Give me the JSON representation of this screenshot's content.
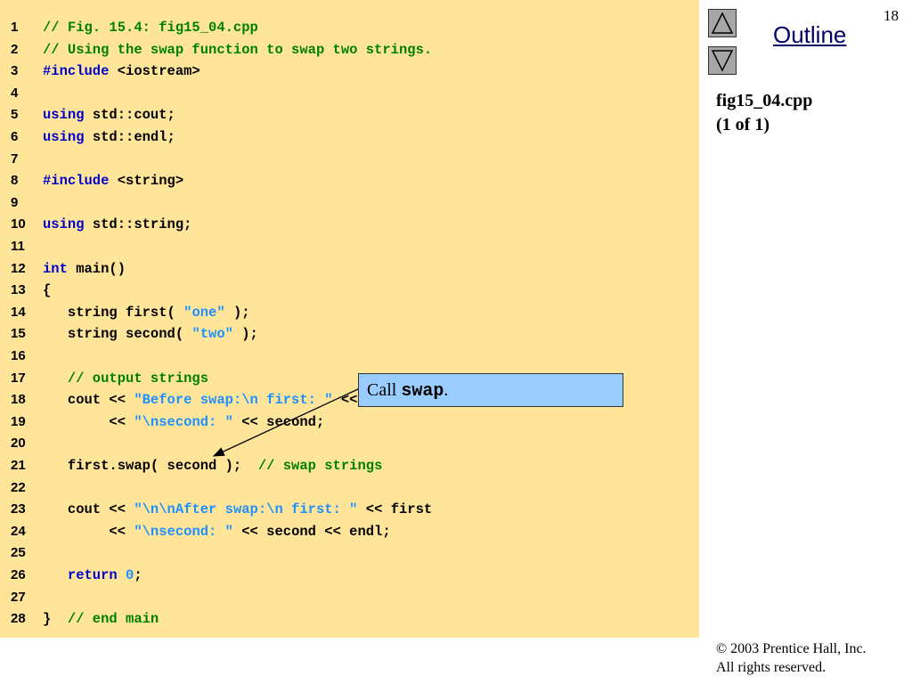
{
  "page_number": "18",
  "outline_label": "Outline",
  "file_label": [
    "fig15_04.cpp",
    "(1 of 1)"
  ],
  "callout": {
    "prefix": "Call ",
    "code": "swap",
    "suffix": "."
  },
  "copyright": [
    "2003 Prentice Hall, Inc.",
    "All rights reserved."
  ],
  "copyright_symbol": "©",
  "icons": {
    "up": "triangle-up-icon",
    "down": "triangle-down-icon"
  },
  "colors": {
    "panel_bg": "#ffe599",
    "keyword": "#0000cc",
    "comment": "#008000",
    "string": "#1e90ff",
    "callout_bg": "#99ccff",
    "outline_link": "#000066"
  },
  "code_lines": [
    {
      "n": "1",
      "tokens": [
        [
          "cm",
          "// Fig. 15.4: fig15_04.cpp"
        ]
      ]
    },
    {
      "n": "2",
      "tokens": [
        [
          "cm",
          "// Using the swap function to swap two strings."
        ]
      ]
    },
    {
      "n": "3",
      "tokens": [
        [
          "kw",
          "#include"
        ],
        [
          "tx",
          " <iostream>"
        ]
      ]
    },
    {
      "n": "4",
      "tokens": []
    },
    {
      "n": "5",
      "tokens": [
        [
          "kw",
          "using"
        ],
        [
          "tx",
          " std::cout;"
        ]
      ]
    },
    {
      "n": "6",
      "tokens": [
        [
          "kw",
          "using"
        ],
        [
          "tx",
          " std::endl;"
        ]
      ]
    },
    {
      "n": "7",
      "tokens": []
    },
    {
      "n": "8",
      "tokens": [
        [
          "kw",
          "#include"
        ],
        [
          "tx",
          " <string>"
        ]
      ]
    },
    {
      "n": "9",
      "tokens": []
    },
    {
      "n": "10",
      "tokens": [
        [
          "kw",
          "using"
        ],
        [
          "tx",
          " std::string;"
        ]
      ]
    },
    {
      "n": "11",
      "tokens": []
    },
    {
      "n": "12",
      "tokens": [
        [
          "kw",
          "int"
        ],
        [
          "tx",
          " main()"
        ]
      ]
    },
    {
      "n": "13",
      "tokens": [
        [
          "tx",
          "{"
        ]
      ]
    },
    {
      "n": "14",
      "tokens": [
        [
          "tx",
          "   string first( "
        ],
        [
          "st",
          "\"one\""
        ],
        [
          "tx",
          " );"
        ]
      ]
    },
    {
      "n": "15",
      "tokens": [
        [
          "tx",
          "   string second( "
        ],
        [
          "st",
          "\"two\""
        ],
        [
          "tx",
          " );"
        ]
      ]
    },
    {
      "n": "16",
      "tokens": []
    },
    {
      "n": "17",
      "tokens": [
        [
          "cm",
          "   // output strings"
        ]
      ]
    },
    {
      "n": "18",
      "tokens": [
        [
          "tx",
          "   cout << "
        ],
        [
          "st",
          "\"Before swap:\\n first: \""
        ],
        [
          "tx",
          " << first"
        ]
      ]
    },
    {
      "n": "19",
      "tokens": [
        [
          "tx",
          "        << "
        ],
        [
          "st",
          "\"\\nsecond: \""
        ],
        [
          "tx",
          " << second;"
        ]
      ]
    },
    {
      "n": "20",
      "tokens": []
    },
    {
      "n": "21",
      "tokens": [
        [
          "tx",
          "   first.swap( second );  "
        ],
        [
          "cm",
          "// swap strings"
        ]
      ]
    },
    {
      "n": "22",
      "tokens": []
    },
    {
      "n": "23",
      "tokens": [
        [
          "tx",
          "   cout << "
        ],
        [
          "st",
          "\"\\n\\nAfter swap:\\n first: \""
        ],
        [
          "tx",
          " << first"
        ]
      ]
    },
    {
      "n": "24",
      "tokens": [
        [
          "tx",
          "        << "
        ],
        [
          "st",
          "\"\\nsecond: \""
        ],
        [
          "tx",
          " << second << endl;"
        ]
      ]
    },
    {
      "n": "25",
      "tokens": []
    },
    {
      "n": "26",
      "tokens": [
        [
          "kw",
          "   return"
        ],
        [
          "tx",
          " "
        ],
        [
          "nm",
          "0"
        ],
        [
          "tx",
          ";"
        ]
      ]
    },
    {
      "n": "27",
      "tokens": []
    },
    {
      "n": "28",
      "tokens": [
        [
          "tx",
          "}  "
        ],
        [
          "cm",
          "// end main"
        ]
      ]
    }
  ]
}
